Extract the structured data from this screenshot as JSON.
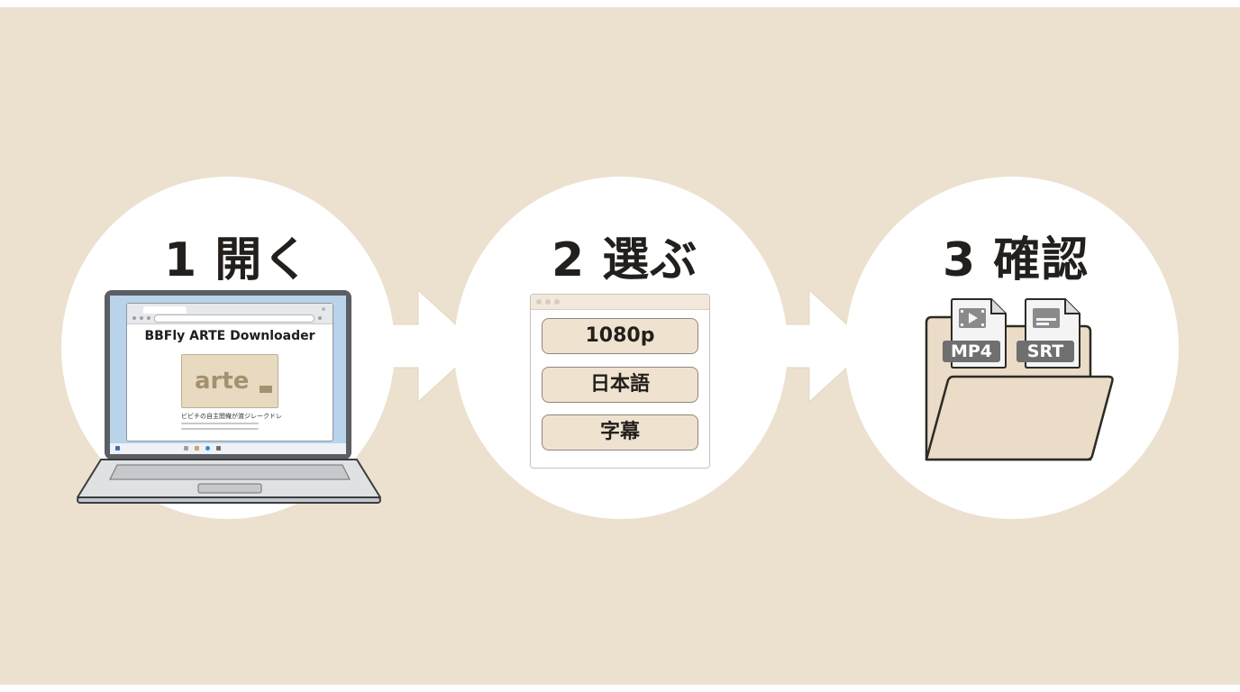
{
  "steps": [
    {
      "number": "1",
      "title": "開く",
      "laptop": {
        "app_title": "BBFly ARTE Downloader",
        "logo_text": "arte",
        "caption": "ビビチの自主閲俺が渡ジレークドレ"
      }
    },
    {
      "number": "2",
      "title": "選ぶ",
      "options": [
        "1080p",
        "日本語",
        "字幕"
      ]
    },
    {
      "number": "3",
      "title": "確認",
      "files": [
        "MP4",
        "SRT"
      ]
    }
  ],
  "colors": {
    "background": "#ece1cf",
    "circle": "#ffffff",
    "arrow": "#ffffff",
    "option_fill": "#efe3d0",
    "folder_fill": "#eadcc6",
    "file_label": "#6f6f6f",
    "text": "#231f1c"
  },
  "icons": [
    "laptop-icon",
    "browser-window-icon",
    "arrow-right-icon",
    "folder-icon",
    "video-file-icon",
    "subtitle-file-icon"
  ]
}
